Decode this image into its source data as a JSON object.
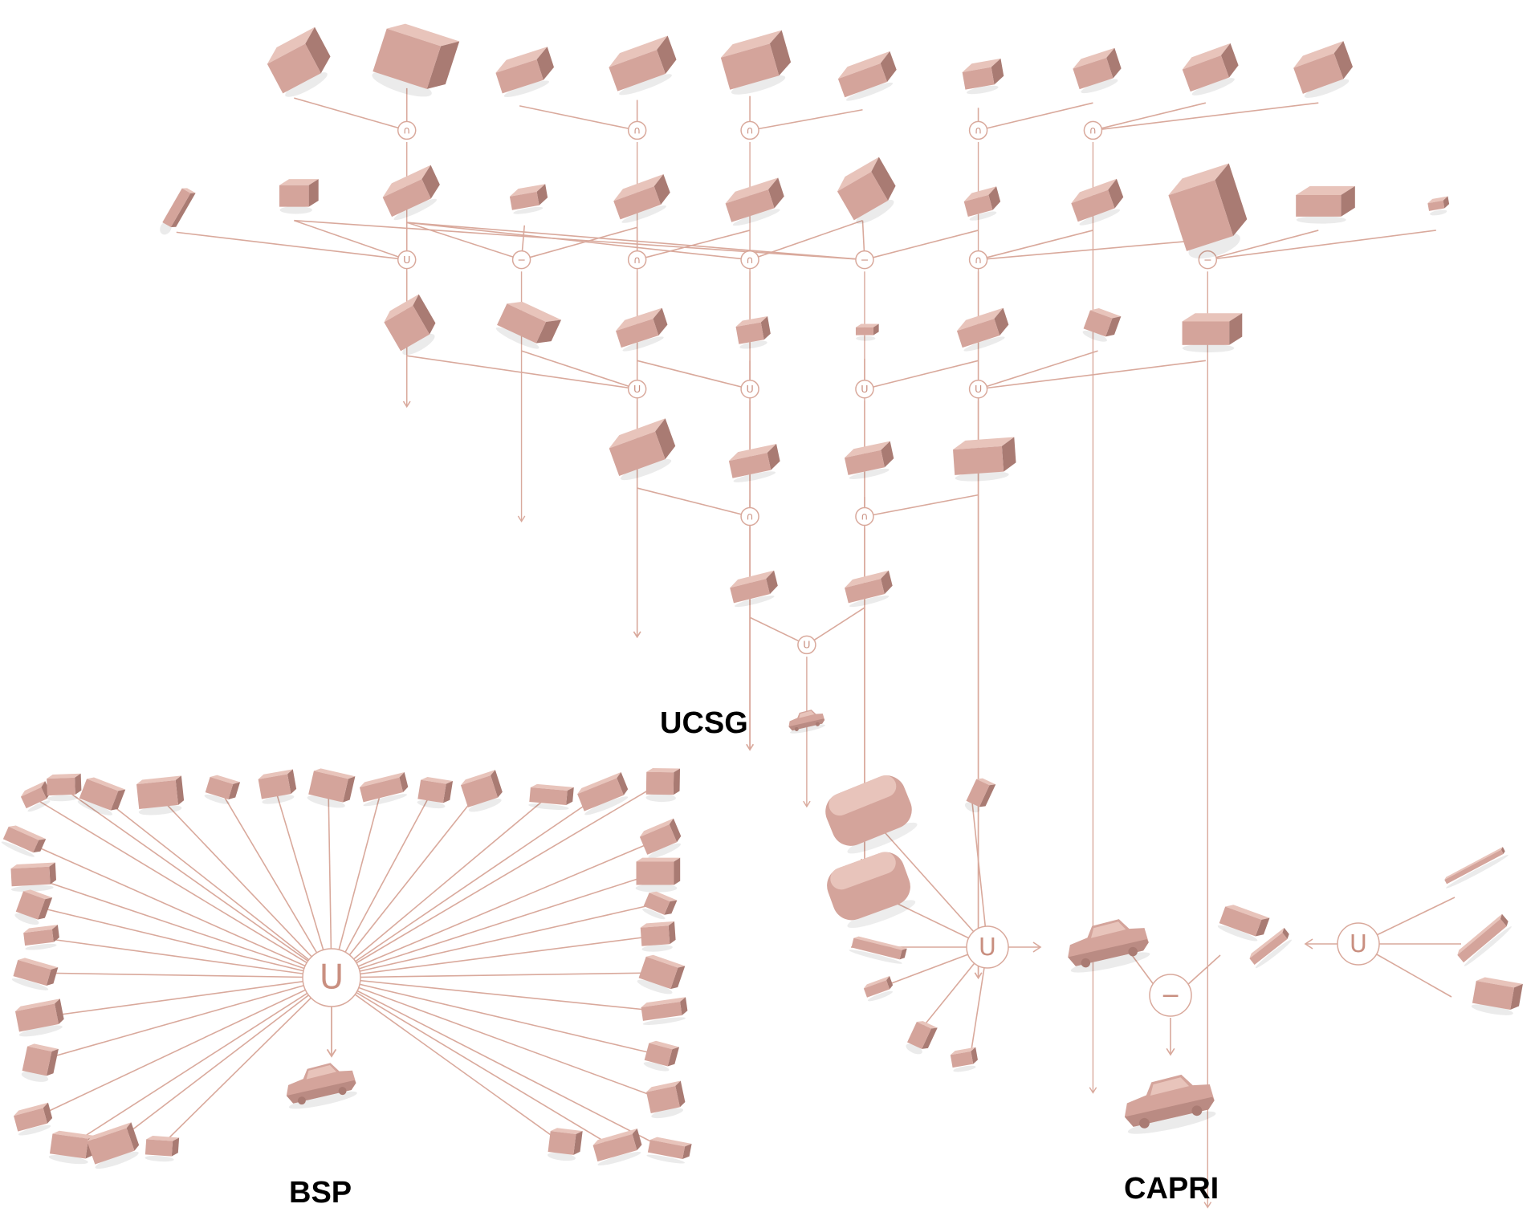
{
  "labels": {
    "ucsg": "UCSG",
    "bsp": "BSP",
    "capri": "CAPRI"
  },
  "operators": {
    "union": "U",
    "intersection": "∩",
    "difference": "−"
  },
  "colors": {
    "primitive": "#d4a49b",
    "primitive_light": "#e8c4bb",
    "primitive_dark": "#a97b73",
    "edge": "#d9a99c",
    "node_stroke": "#d9a99c",
    "background": "#ffffff",
    "label": "#000000"
  },
  "ucsg_tree": [
    [
      "∩",
      "∩",
      "∩",
      "∩",
      "∩"
    ],
    [
      "U",
      "−",
      "∩",
      "∩",
      "−",
      "∩",
      "−"
    ],
    [
      "U",
      "U",
      "U",
      "U"
    ],
    [
      "∩",
      "∩"
    ],
    [
      "U"
    ]
  ]
}
